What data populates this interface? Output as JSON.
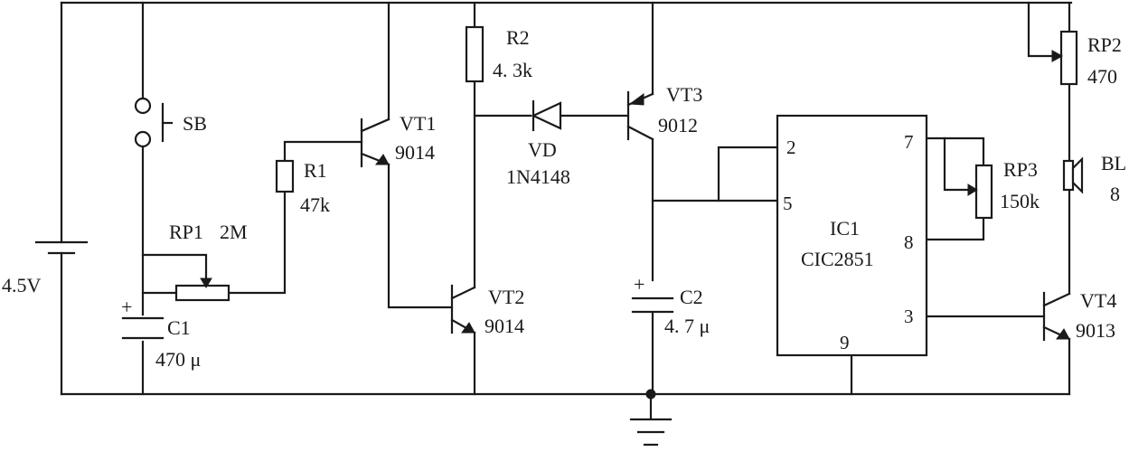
{
  "battery": {
    "voltage": "4.5V"
  },
  "switch": {
    "label": "SB"
  },
  "rp1": {
    "label": "RP1",
    "value": "2M"
  },
  "c1": {
    "label": "C1",
    "value": "470 μ",
    "polarity": "+"
  },
  "r1": {
    "label": "R1",
    "value": "47k"
  },
  "vt1": {
    "label": "VT1",
    "value": "9014"
  },
  "vt2": {
    "label": "VT2",
    "value": "9014"
  },
  "r2": {
    "label": "R2",
    "value": "4. 3k"
  },
  "vd": {
    "label": "VD",
    "value": "1N4148"
  },
  "vt3": {
    "label": "VT3",
    "value": "9012"
  },
  "c2": {
    "label": "C2",
    "value": "4. 7 μ",
    "polarity": "+"
  },
  "ic": {
    "label": "IC1",
    "part": "CIC2851",
    "pins": {
      "p2": "2",
      "p5": "5",
      "p7": "7",
      "p8": "8",
      "p3": "3",
      "p9": "9"
    }
  },
  "rp3": {
    "label": "RP3",
    "value": "150k"
  },
  "rp2": {
    "label": "RP2",
    "value": "470"
  },
  "speaker": {
    "label": "BL",
    "value": "8"
  },
  "vt4": {
    "label": "VT4",
    "value": "9013"
  }
}
